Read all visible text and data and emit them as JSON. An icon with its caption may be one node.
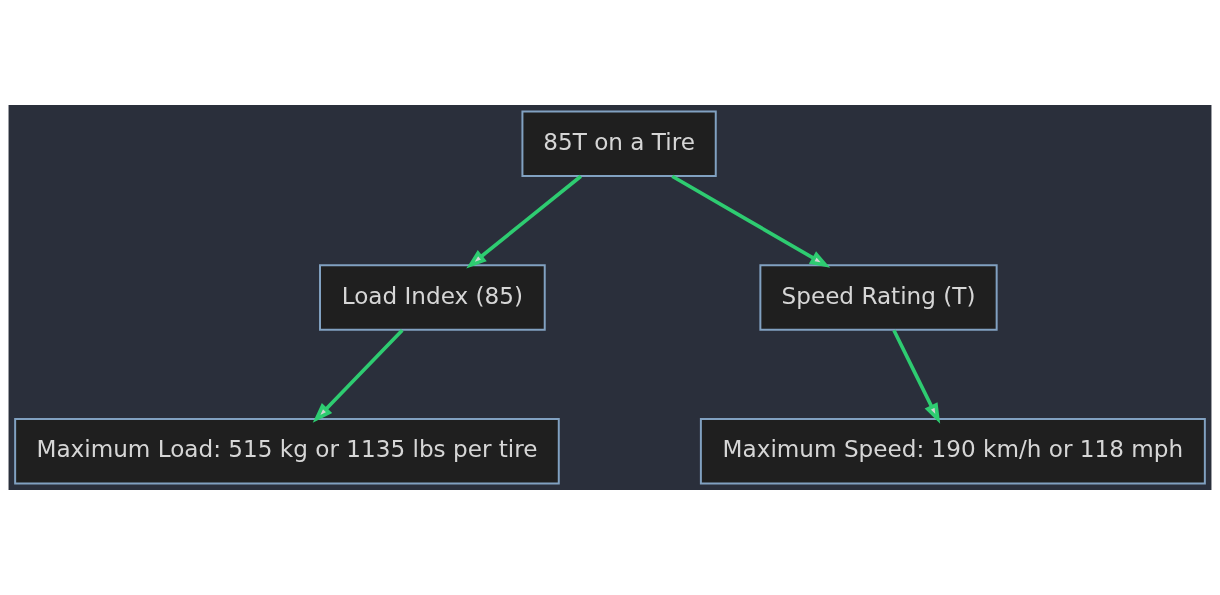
{
  "diagram": {
    "nodes": [
      {
        "text": [
          "85T on a Tire"
        ]
      },
      {
        "text": [
          "Load Index (85)"
        ]
      },
      {
        "text": [
          "Speed Rating (T)"
        ]
      },
      {
        "text": [
          "Maximum Load: 515 kg or 1135 lbs per tire"
        ]
      },
      {
        "text": [
          "Maximum Speed: 190 km/h or 118 mph"
        ]
      }
    ],
    "edges": [
      {
        "from": 0,
        "to": 1,
        "arrow": "to"
      },
      {
        "from": 0,
        "to": 2,
        "arrow": "to"
      },
      {
        "from": 1,
        "to": 3,
        "arrow": "to"
      },
      {
        "from": 2,
        "to": 4,
        "arrow": "to"
      }
    ]
  }
}
